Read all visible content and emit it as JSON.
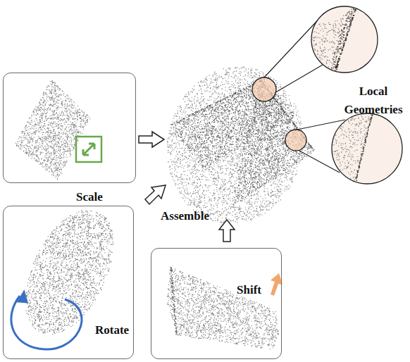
{
  "diagram": {
    "nodes": [
      {
        "text": [
          "Scale"
        ]
      },
      {
        "text": [
          "Rotate"
        ]
      },
      {
        "text": [
          "Shift"
        ]
      }
    ],
    "labels": [
      "Assemble",
      "Local Geometries"
    ]
  }
}
